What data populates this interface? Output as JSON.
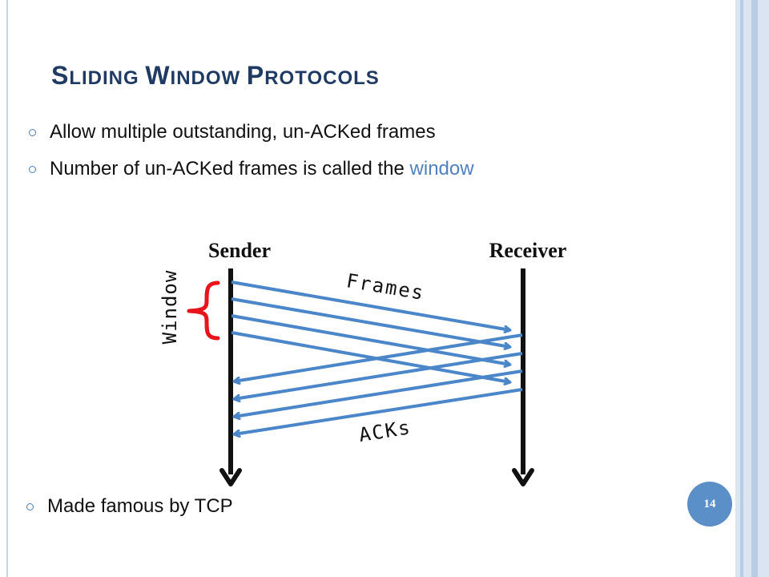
{
  "slide": {
    "title_parts": [
      {
        "initial": "S",
        "rest": "LIDING "
      },
      {
        "initial": "W",
        "rest": "INDOW "
      },
      {
        "initial": "P",
        "rest": "ROTOCOLS"
      }
    ],
    "bullets": [
      {
        "text": "Allow multiple outstanding, un-ACKed frames",
        "highlight": ""
      },
      {
        "text": "Number of un-ACKed frames is called the ",
        "highlight": "window"
      }
    ],
    "bottom_bullet": "Made famous by TCP",
    "page_number": "14"
  },
  "diagram": {
    "sender_label": "Sender",
    "receiver_label": "Receiver",
    "frames_label": "Frames",
    "acks_label": "ACKs",
    "window_label": "Window"
  },
  "colors": {
    "title": "#1f3b63",
    "accent": "#4f81bd",
    "arrow": "#4a86c8",
    "bracket": "#e8141c",
    "timeline": "#111111"
  }
}
